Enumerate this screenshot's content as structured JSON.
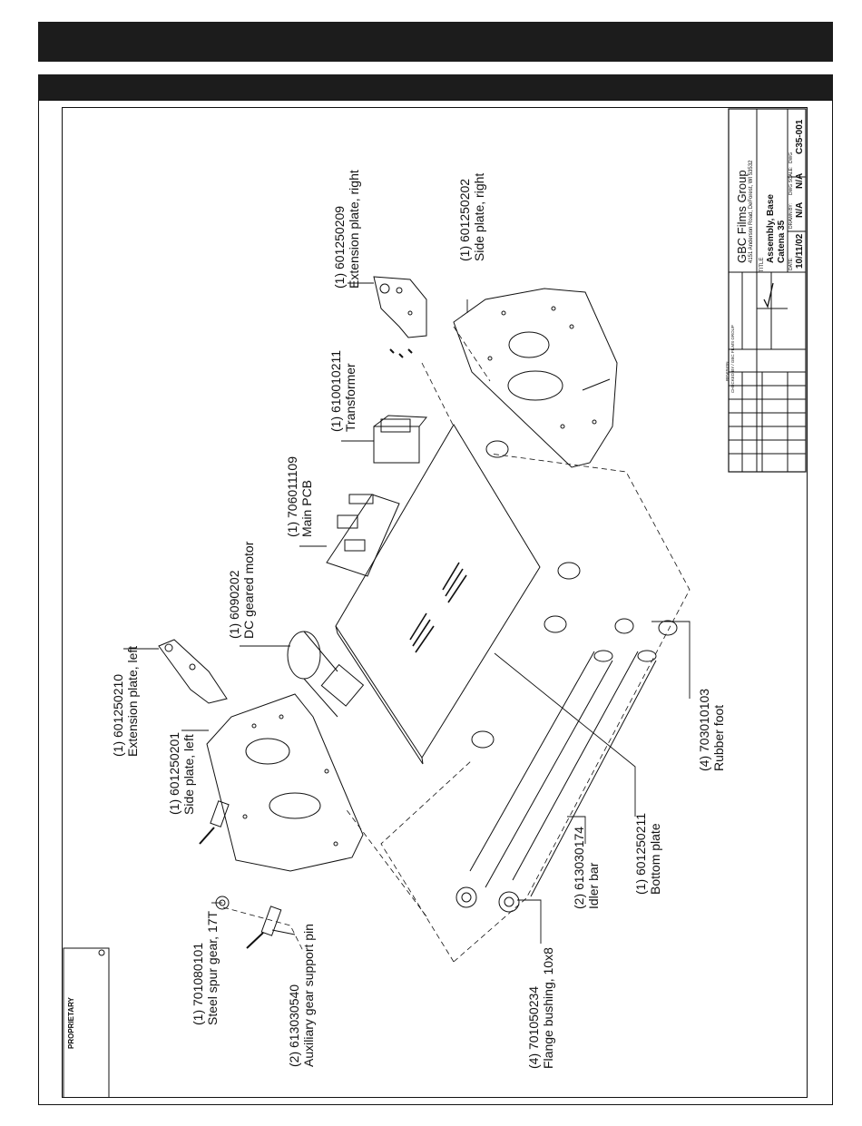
{
  "callouts": [
    {
      "id": "extension-plate-right",
      "number": "(1) 601250209",
      "description": "Extension plate, right"
    },
    {
      "id": "side-plate-right",
      "number": "(1) 601250202",
      "description": "Side plate, right"
    },
    {
      "id": "transformer",
      "number": "(1) 610010211",
      "description": "Transformer"
    },
    {
      "id": "main-pcb",
      "number": "(1) 706011109",
      "description": "Main PCB"
    },
    {
      "id": "dc-geared-motor",
      "number": "(1) 6090202",
      "description": "DC geared motor"
    },
    {
      "id": "extension-plate-left",
      "number": "(1) 601250210",
      "description": "Extension plate, left"
    },
    {
      "id": "side-plate-left",
      "number": "(1) 601250201",
      "description": "Side plate, left"
    },
    {
      "id": "rubber-foot",
      "number": "(4) 703010103",
      "description": "Rubber foot"
    },
    {
      "id": "bottom-plate",
      "number": "(1) 601250211",
      "description": "Bottom plate"
    },
    {
      "id": "idler-bar",
      "number": "(2) 613030174",
      "description": "Idler bar"
    },
    {
      "id": "steel-spur-gear",
      "number": "(1) 701080101",
      "description": "Steel spur gear, 17T"
    },
    {
      "id": "auxiliary-gear-support-pin",
      "number": "(2) 613030540",
      "description": "Auxiliary gear support pin"
    },
    {
      "id": "flange-bushing",
      "number": "(4) 701050234",
      "description": "Flange bushing, 10x8"
    }
  ],
  "title_block": {
    "company": "GBC Films Group",
    "address": "4151 Anderson Road, DeForest, WI 53532",
    "title_label": "TITLE",
    "title_line1": "Assembly, Base",
    "title_line2": "Catena 35",
    "date_label": "DATE:",
    "date": "10/11/02",
    "drawn_label": "DRAWN BY:",
    "drawn": "N/A",
    "scale_label": "DWG SCALE:",
    "scale": "N/A",
    "dwg_label": "DWG",
    "dwg_number": "C35-001",
    "checked_label": "CHECKED BY / GBC FILMS GROUP",
    "revision_label": "REVISION"
  },
  "proprietary": {
    "heading": "PROPRIETARY"
  }
}
